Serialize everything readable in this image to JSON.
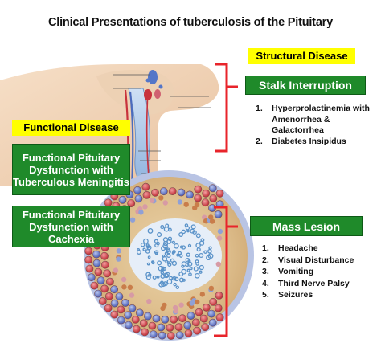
{
  "title": "Clinical Presentations of tuberculosis of the Pituitary",
  "labels": {
    "structural": "Structural Disease",
    "functional": "Functional Disease",
    "stalk": "Stalk Interruption",
    "mass": "Mass Lesion",
    "meningitis": "Functional Pituitary Dysfunction with Tuberculous Meningitis",
    "cachexia": "Functional Pituitary Dysfunction with Cachexia"
  },
  "stalk_items": [
    {
      "num": "1.",
      "text": "Hyperprolactinemia with Amenorrhea & Galactorrhea"
    },
    {
      "num": "2.",
      "text": "Diabetes Insipidus"
    }
  ],
  "mass_items": [
    {
      "num": "1.",
      "text": "Headache"
    },
    {
      "num": "2.",
      "text": "Visual Disturbance"
    },
    {
      "num": "3.",
      "text": "Vomiting"
    },
    {
      "num": "4.",
      "text": "Third Nerve Palsy"
    },
    {
      "num": "5.",
      "text": "Seizures"
    }
  ],
  "colors": {
    "bracket": "#e8242b",
    "green_box": "#1f8a2a",
    "yellow_box": "#ffff00"
  }
}
